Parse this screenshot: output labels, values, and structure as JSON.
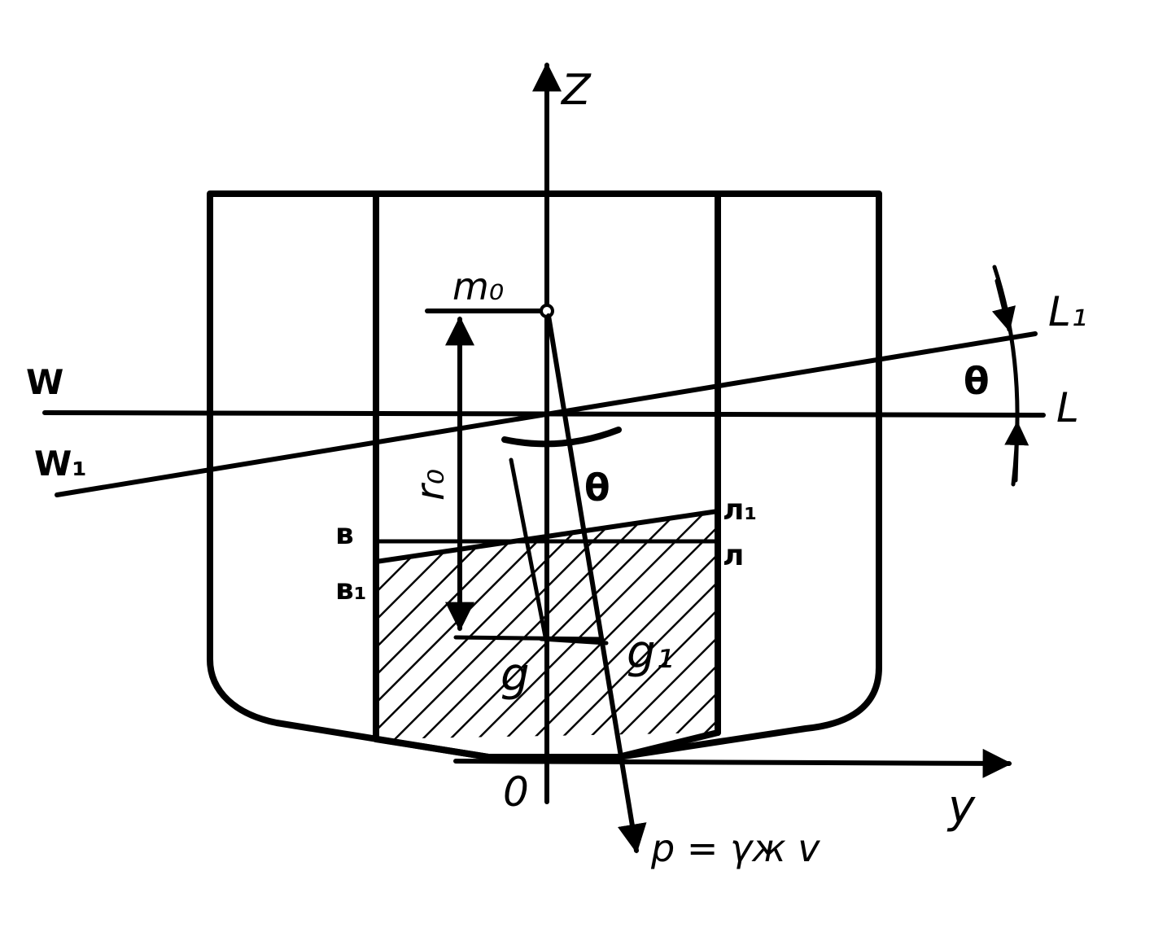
{
  "labels": {
    "z_axis": "Z",
    "y_axis": "y",
    "origin": "0",
    "metacenter": "m₀",
    "waterline_w": "W",
    "waterline_w1": "W₁",
    "waterline_l": "L",
    "waterline_l1": "L₁",
    "theta_right": "θ",
    "theta_center": "θ",
    "r0": "r₀",
    "point_v": "в",
    "point_v1": "в₁",
    "point_l": "л",
    "point_l1": "л₁",
    "center_g": "g",
    "center_g1": "g₁",
    "force": "p = γж v"
  }
}
